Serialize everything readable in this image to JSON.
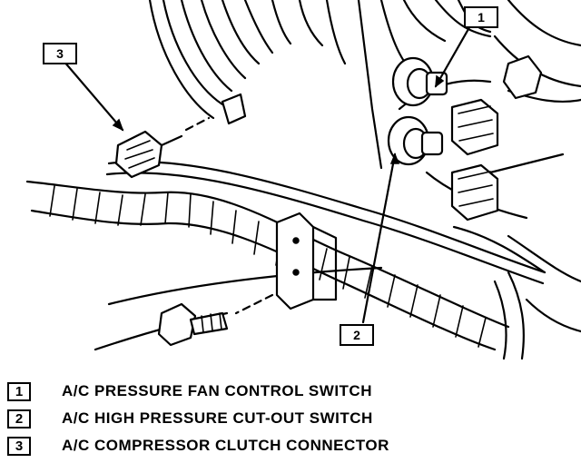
{
  "callouts": [
    {
      "id": "1",
      "label": "A/C PRESSURE FAN CONTROL SWITCH"
    },
    {
      "id": "2",
      "label": "A/C HIGH PRESSURE CUT-OUT SWITCH"
    },
    {
      "id": "3",
      "label": "A/C COMPRESSOR CLUTCH CONNECTOR"
    }
  ]
}
